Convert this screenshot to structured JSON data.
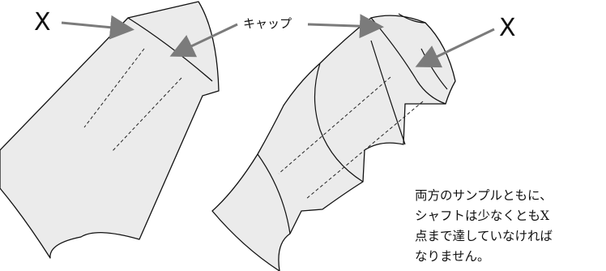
{
  "labels": {
    "x_left": "X",
    "x_right": "X",
    "cap": "キャップ"
  },
  "note": {
    "lines": [
      "両方のサンプルともに、",
      "シャフトは少なくともX",
      "点まで達していなければ",
      "なりません。"
    ]
  },
  "colors": {
    "shape_fill": "#ebebeb",
    "outline": "#111111",
    "arrow": "#7b7b7b",
    "dashes": "#222222"
  }
}
